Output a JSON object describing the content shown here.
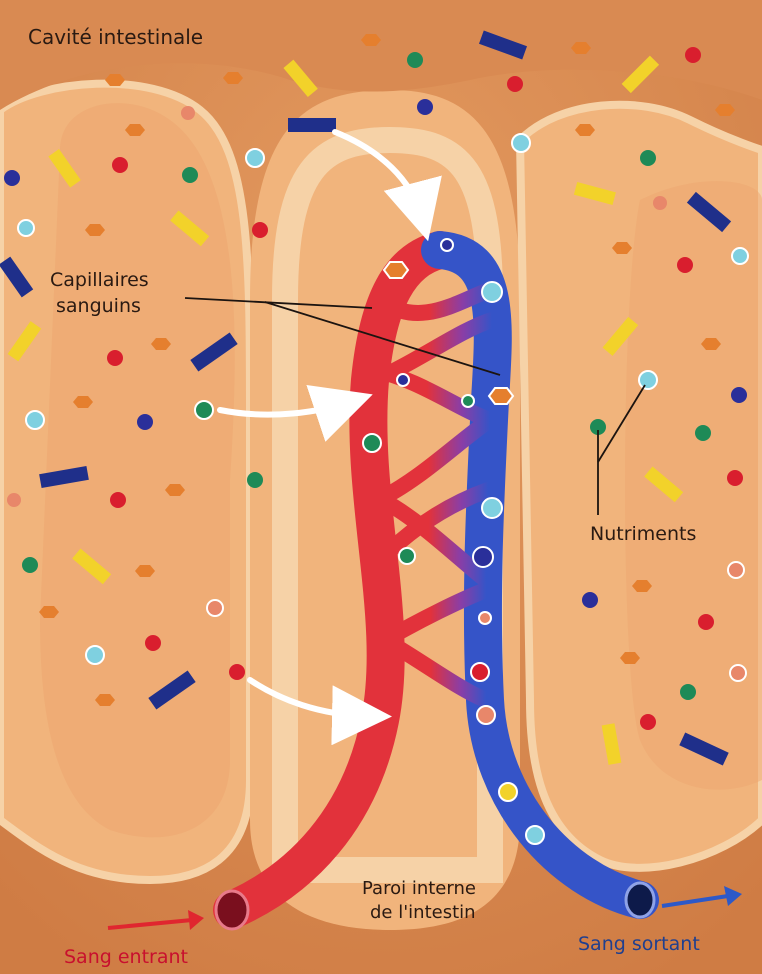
{
  "labels": {
    "cavity": "Cavité intestinale",
    "capillaries_line1": "Capillaires",
    "capillaries_line2": "sanguins",
    "nutrients": "Nutriments",
    "wall_line1": "Paroi interne",
    "wall_line2": "de l'intestin",
    "blood_in": "Sang entrant",
    "blood_out": "Sang sortant"
  },
  "colors": {
    "background": "#d98a52",
    "villus": "#f1b47c",
    "villus_outline": "#f6d2a7",
    "artery": "#e2323b",
    "vein": "#3554c8",
    "nutrient_red": "#d91e2e",
    "nutrient_green": "#1e8a57",
    "nutrient_cyan": "#7fd0e0",
    "nutrient_orange": "#e57f2e",
    "nutrient_yellow": "#f2d22a",
    "nutrient_navy": "#1f2f8a"
  }
}
